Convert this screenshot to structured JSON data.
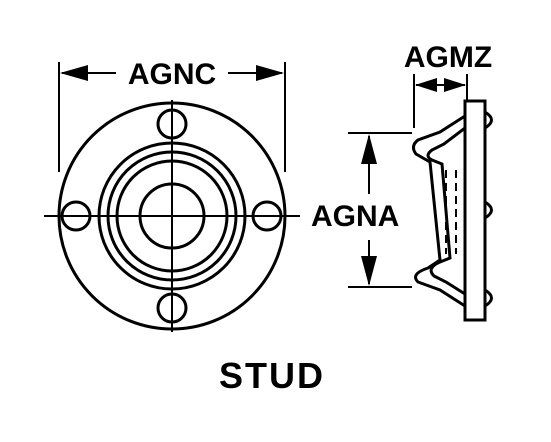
{
  "labels": {
    "agnc": "AGNC",
    "agmz": "AGMZ",
    "agna": "AGNA",
    "title": "STUD"
  }
}
